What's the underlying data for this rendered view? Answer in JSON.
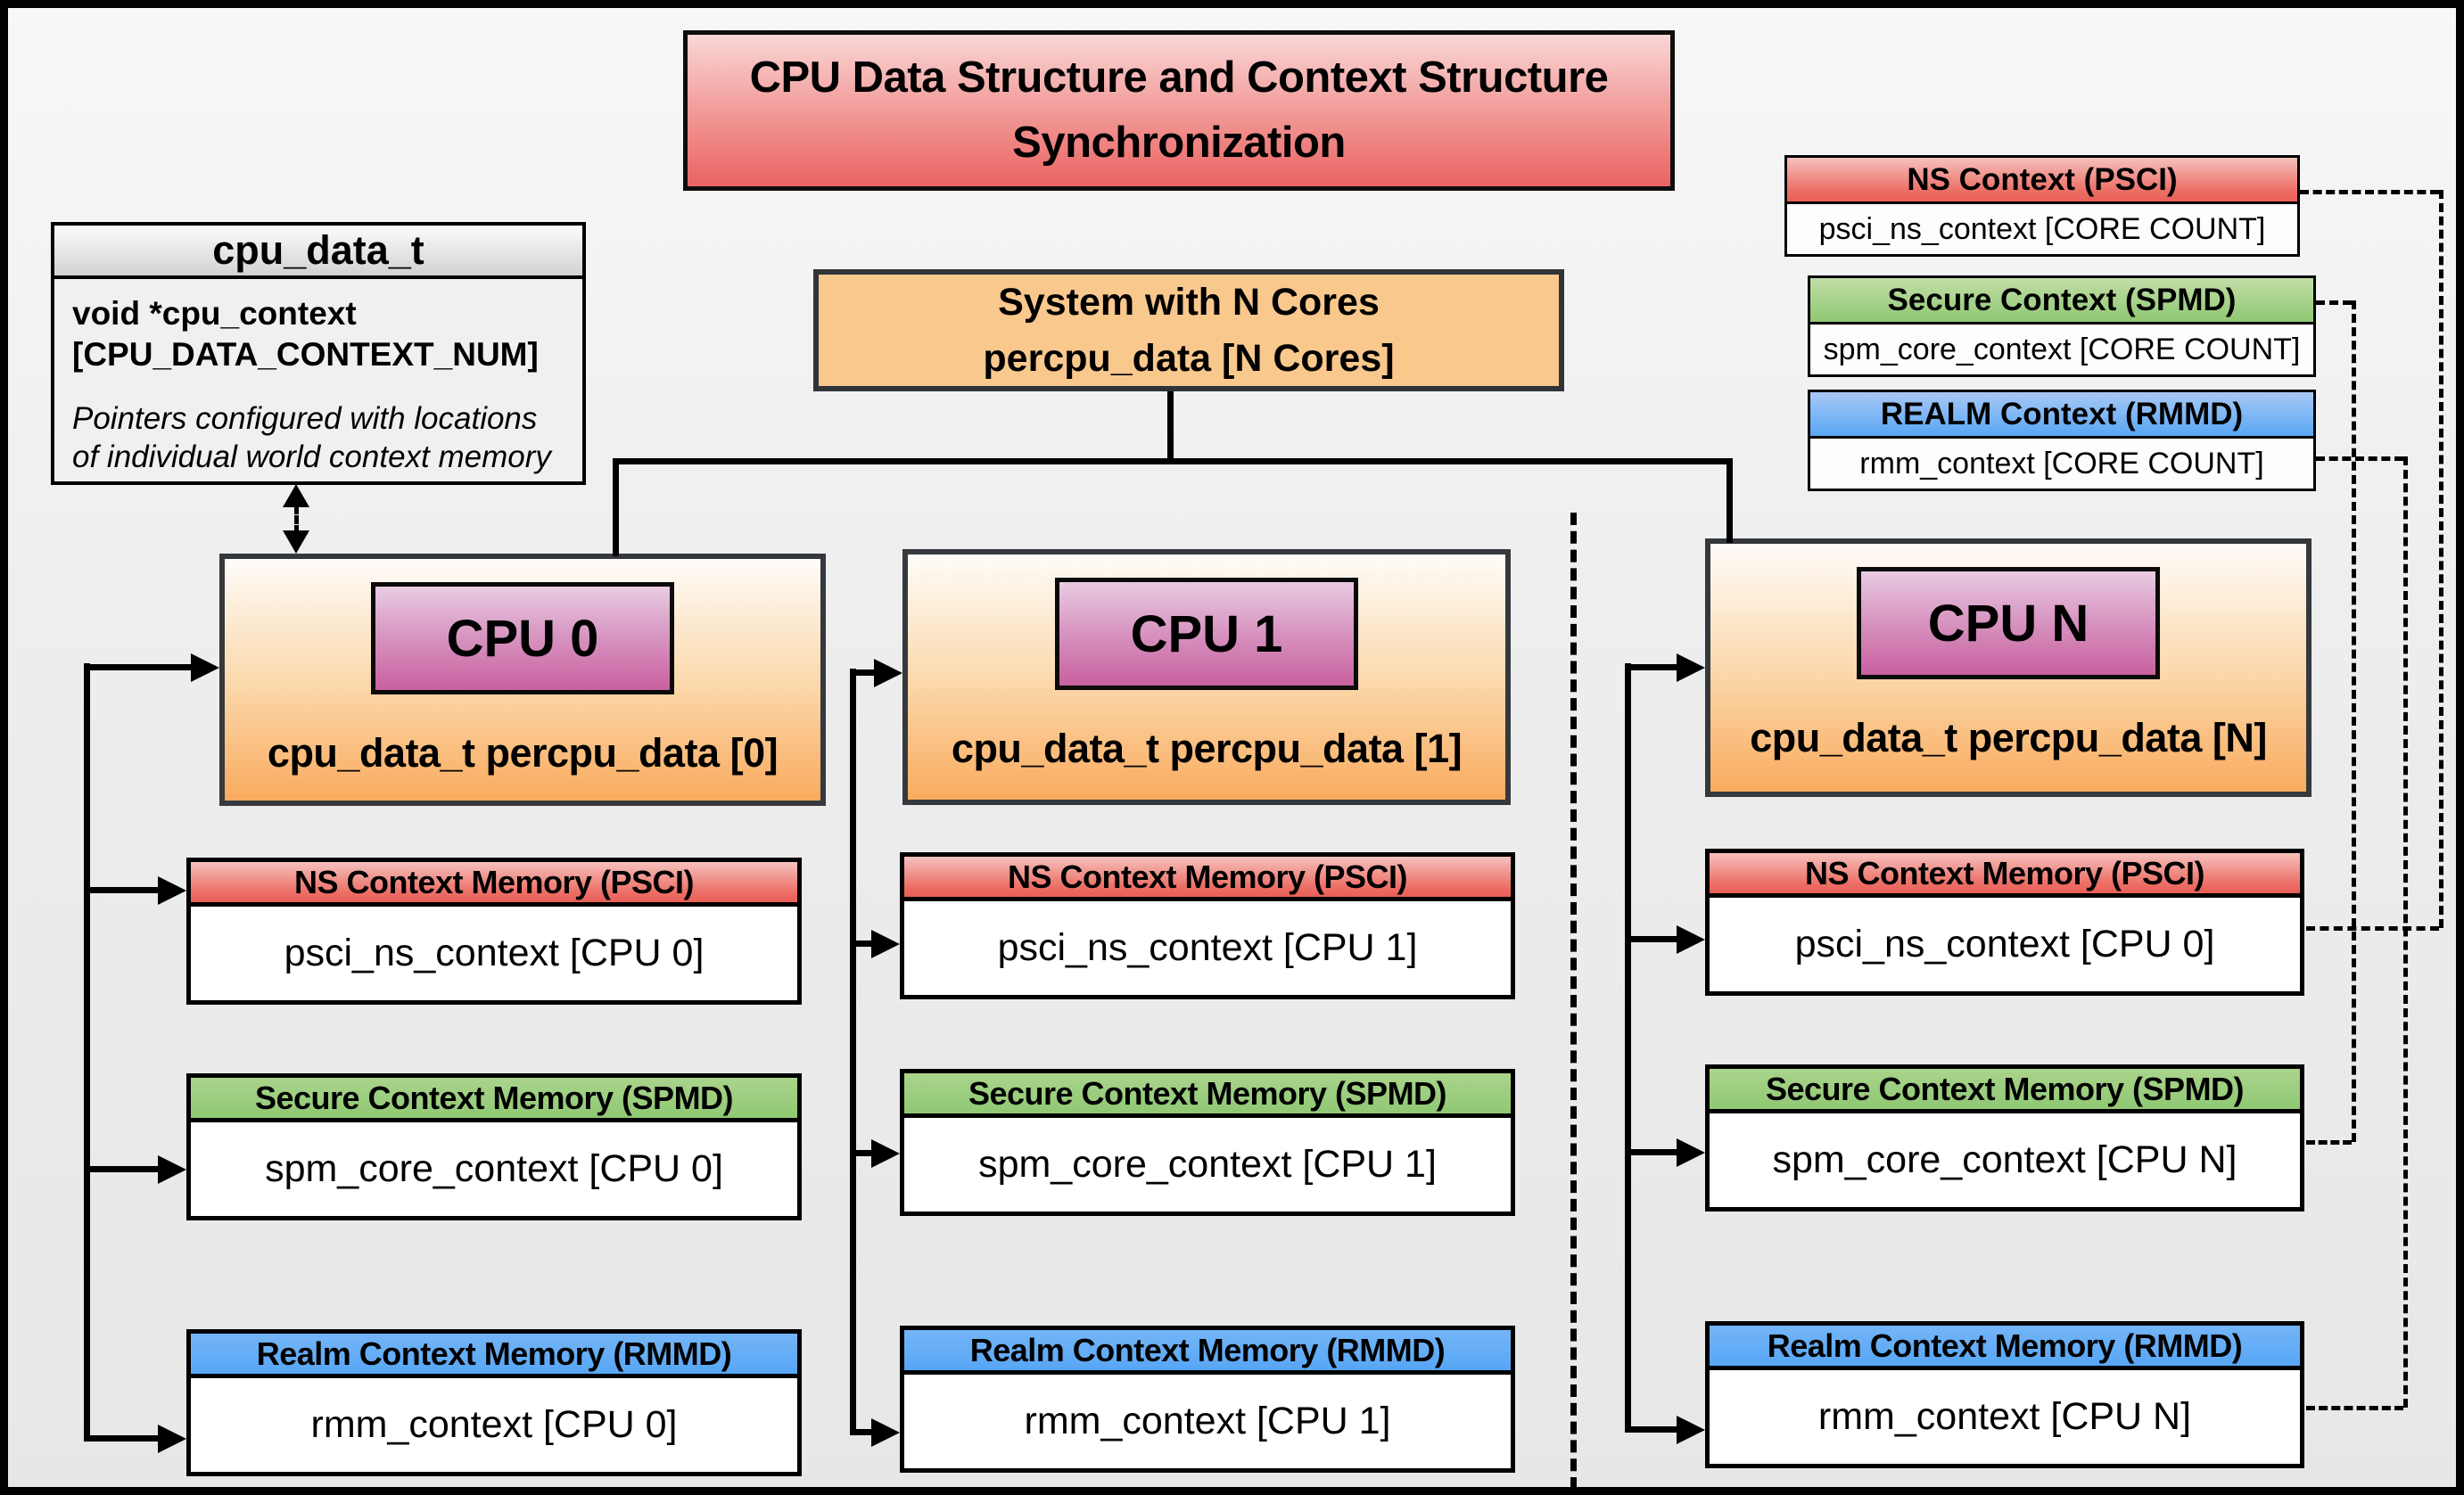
{
  "title": "CPU Data Structure and Context Structure Synchronization",
  "cpu_data_struct": {
    "header": "cpu_data_t",
    "field_line1": "void  *cpu_context",
    "field_line2": "[CPU_DATA_CONTEXT_NUM]",
    "note": "Pointers configured with locations of individual world context memory"
  },
  "system_box": {
    "line1": "System with N Cores",
    "line2": "percpu_data [N Cores]"
  },
  "legend": [
    {
      "header": "NS Context  (PSCI)",
      "body": "psci_ns_context [CORE COUNT]"
    },
    {
      "header": "Secure Context (SPMD)",
      "body": "spm_core_context [CORE COUNT]"
    },
    {
      "header": "REALM Context (RMMD)",
      "body": "rmm_context [CORE COUNT]"
    }
  ],
  "cpus": [
    {
      "label": "CPU 0",
      "data_label": "cpu_data_t percpu_data [0]",
      "ns_header": "NS Context Memory (PSCI)",
      "ns_body": "psci_ns_context [CPU 0]",
      "secure_header": "Secure Context Memory (SPMD)",
      "secure_body": "spm_core_context [CPU 0]",
      "realm_header": "Realm Context Memory (RMMD)",
      "realm_body": "rmm_context [CPU 0]"
    },
    {
      "label": "CPU 1",
      "data_label": "cpu_data_t percpu_data [1]",
      "ns_header": "NS Context Memory (PSCI)",
      "ns_body": "psci_ns_context [CPU 1]",
      "secure_header": "Secure Context Memory (SPMD)",
      "secure_body": "spm_core_context [CPU 1]",
      "realm_header": "Realm Context Memory (RMMD)",
      "realm_body": "rmm_context [CPU 1]"
    },
    {
      "label": "CPU N",
      "data_label": "cpu_data_t percpu_data [N]",
      "ns_header": "NS Context Memory (PSCI)",
      "ns_body": "psci_ns_context [CPU 0]",
      "secure_header": "Secure Context Memory (SPMD)",
      "secure_body": "spm_core_context [CPU N]",
      "realm_header": "Realm Context Memory (RMMD)",
      "realm_body": "rmm_context [CPU N]"
    }
  ],
  "colors": {
    "ns_red": "#e95f57",
    "secure_green": "#8fc873",
    "realm_blue": "#57a6f5",
    "cpu_orange": "#f9ab5e",
    "cpu_label_pink": "#c9609f",
    "title_red": "#ea6363"
  }
}
